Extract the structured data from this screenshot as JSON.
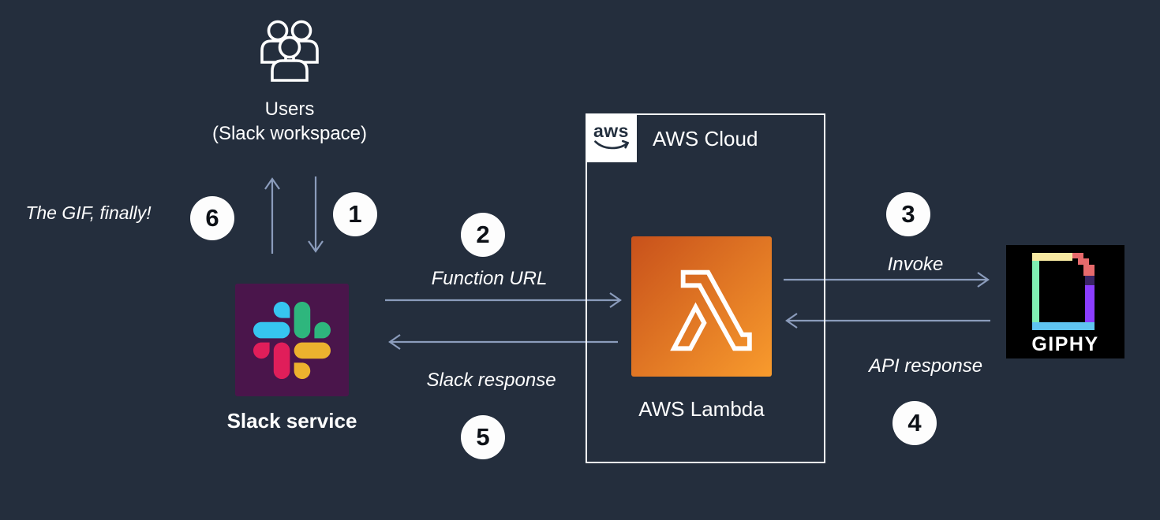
{
  "diagram": {
    "background_color": "#242E3D",
    "arrow_color": "#8B9CBC"
  },
  "users": {
    "label_line1": "Users",
    "label_line2": "(Slack workspace)"
  },
  "slack": {
    "label": "Slack service",
    "brand_color": "#4A154B",
    "logo_colors": {
      "blue": "#36C5F0",
      "green": "#2EB67D",
      "red": "#E01E5A",
      "yellow": "#ECB22E"
    }
  },
  "aws": {
    "cloud_label": "AWS Cloud",
    "logo_text": "aws",
    "lambda_label": "AWS Lambda",
    "lambda_gradient": [
      "#C8511B",
      "#FF9900"
    ]
  },
  "giphy": {
    "wordmark": "GIPHY",
    "logo_colors": {
      "yellow": "#F7E9A2",
      "red": "#E76A6C",
      "green": "#7FEFB2",
      "purple": "#8B3DFF",
      "dark_purple": "#3A2465",
      "blue": "#5FC4F1"
    }
  },
  "annotations": {
    "final_gif": "The GIF, finally!",
    "function_url": "Function URL",
    "slack_response": "Slack response",
    "invoke": "Invoke",
    "api_response": "API response"
  },
  "steps": [
    {
      "number": "1"
    },
    {
      "number": "2"
    },
    {
      "number": "3"
    },
    {
      "number": "4"
    },
    {
      "number": "5"
    },
    {
      "number": "6"
    }
  ]
}
